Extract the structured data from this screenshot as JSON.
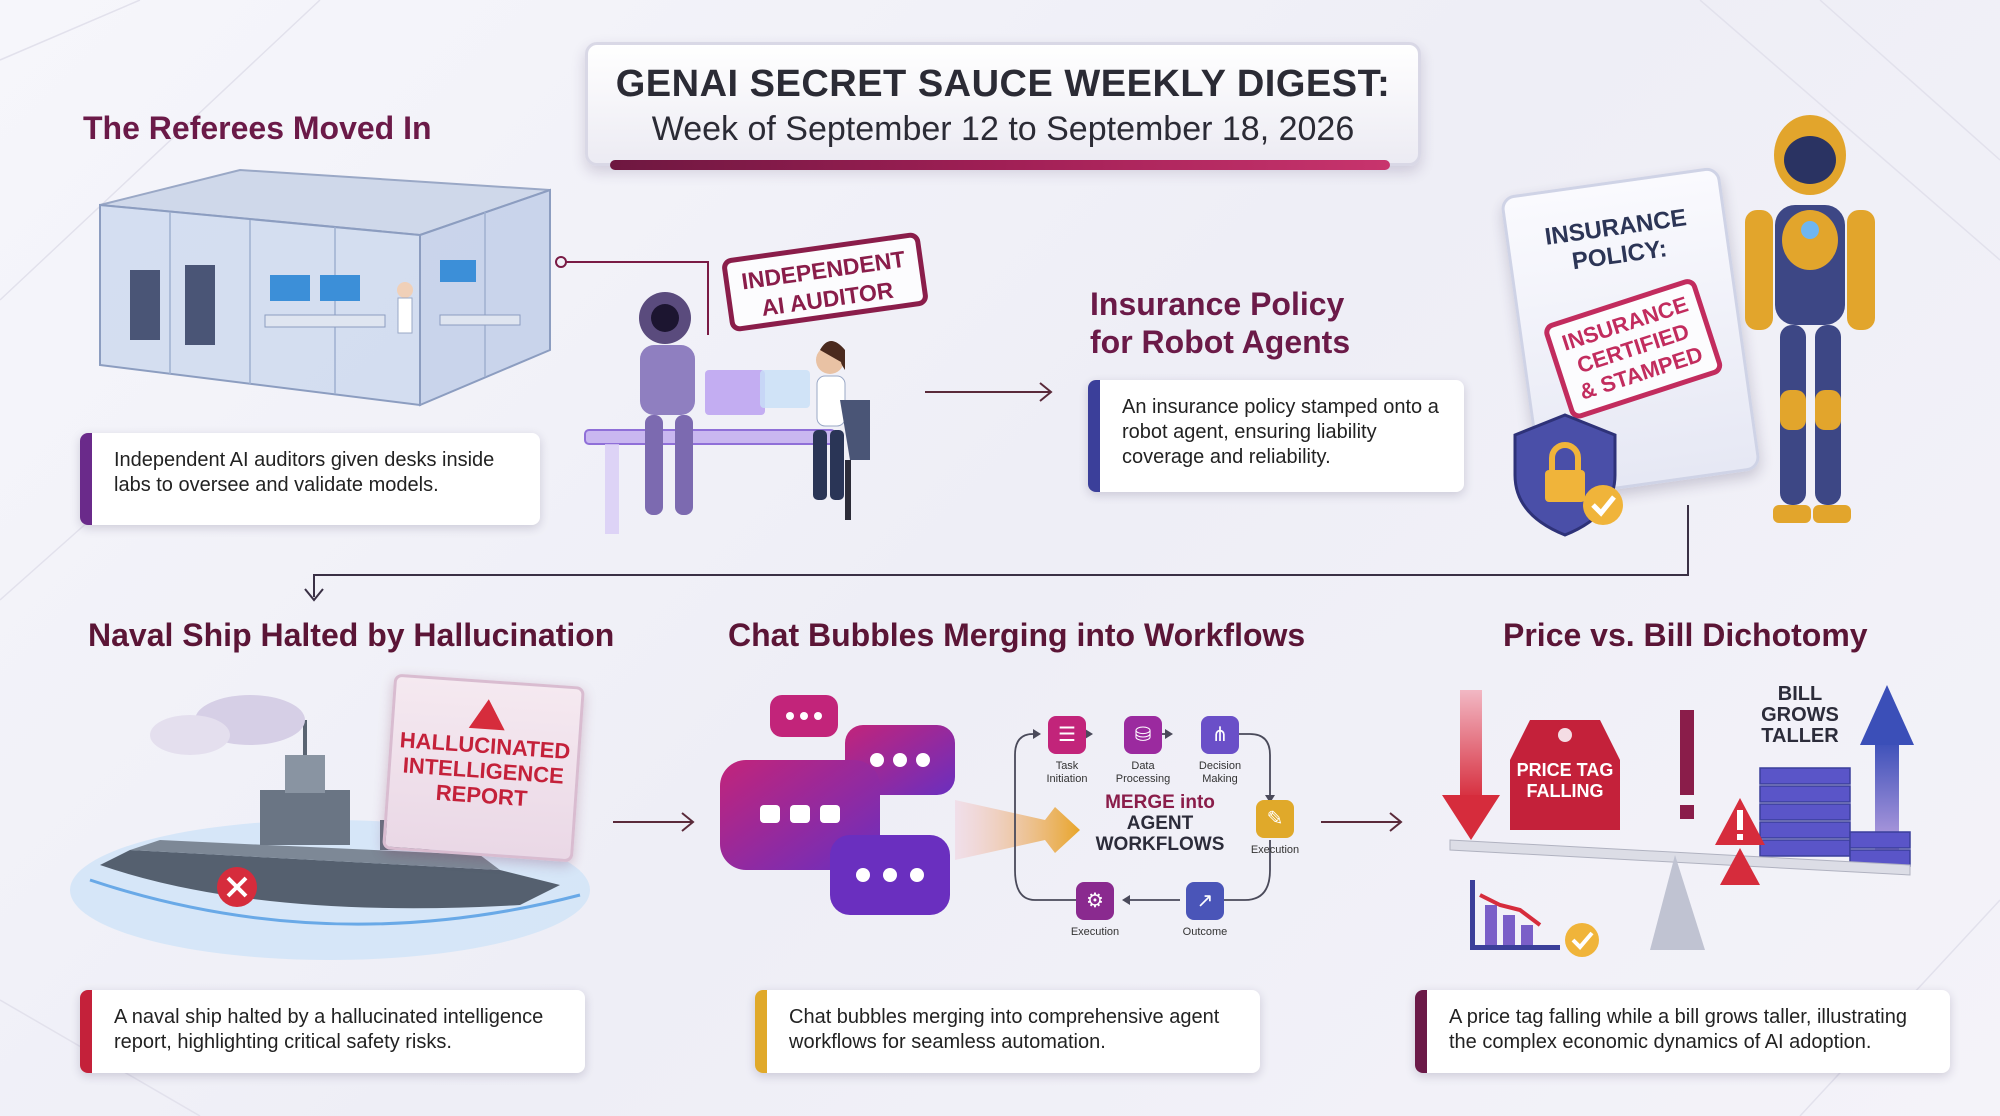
{
  "header": {
    "title": "GENAI SECRET SAUCE WEEKLY DIGEST:",
    "subtitle": "Week of September 12 to September 18, 2026"
  },
  "referees": {
    "title": "The Referees Moved In",
    "stamp_line1": "INDEPENDENT",
    "stamp_line2": "AI AUDITOR",
    "caption": "Independent AI auditors given desks inside labs to oversee and validate models."
  },
  "insurance": {
    "title_line1": "Insurance Policy",
    "title_line2": "for Robot Agents",
    "caption": "An insurance policy stamped onto a robot agent, ensuring liability coverage and reliability.",
    "doc_title_line1": "INSURANCE",
    "doc_title_line2": "POLICY:",
    "stamp_line1": "INSURANCE",
    "stamp_line2": "CERTIFIED",
    "stamp_line3": "& STAMPED"
  },
  "naval": {
    "title": "Naval Ship Halted by Hallucination",
    "report_line1": "HALLUCINATED",
    "report_line2": "INTELLIGENCE",
    "report_line3": "REPORT",
    "caption": "A naval ship halted by a hallucinated intelligence report, highlighting critical safety risks."
  },
  "chat": {
    "title": "Chat Bubbles Merging into Workflows",
    "merge_line1": "MERGE into",
    "merge_line2": "AGENT",
    "merge_line3": "WORKFLOWS",
    "steps": {
      "task_initiation_1": "Task",
      "task_initiation_2": "Initiation",
      "data_processing_1": "Data",
      "data_processing_2": "Processing",
      "decision_making_1": "Decision",
      "decision_making_2": "Making",
      "execution_right": "Execution",
      "outcome": "Outcome",
      "execution_left": "Execution"
    },
    "caption": "Chat bubbles merging into comprehensive agent workflows for seamless automation."
  },
  "price": {
    "title": "Price vs. Bill Dichotomy",
    "tag_line1": "PRICE TAG",
    "tag_line2": "FALLING",
    "bill_line1": "BILL",
    "bill_line2": "GROWS",
    "bill_line3": "TALLER",
    "caption": "A price tag falling while a bill grows taller, illustrating the complex economic dynamics of AI adoption."
  },
  "colors": {
    "brand": "#6b1a48",
    "accent_magenta": "#9b1f55",
    "accent_purple": "#6a2a8a",
    "accent_navy": "#3b3f9a",
    "accent_red": "#c4213a",
    "accent_gold": "#e0a92a"
  }
}
